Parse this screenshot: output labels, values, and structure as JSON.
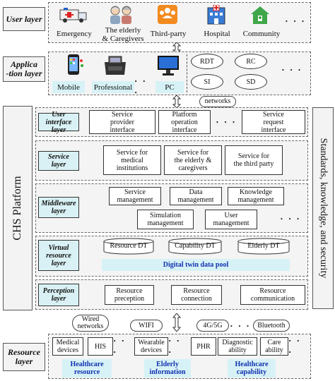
{
  "user_layer": {
    "label": "User layer",
    "items": [
      "Emergency",
      "The elderly\n& Caregivers",
      "Third-party",
      "Hospital",
      "Community"
    ],
    "more": "· · ·"
  },
  "application_layer": {
    "label": "Applica\n-tion layer",
    "devices": [
      "Mobile",
      "Professional",
      "PC"
    ],
    "apps": [
      "RDT",
      "RC",
      "SI",
      "SD"
    ],
    "more": "· · ·"
  },
  "networks_cloud": "networks",
  "platform": {
    "label": "CHS Platform",
    "ui_layer": {
      "label": "User interface\nlayer",
      "items": [
        "Service\nprovider\ninterface",
        "Platform\noperation\ninterface",
        "Service\nrequest\ninterface"
      ],
      "more": "· · ·"
    },
    "service_layer": {
      "label": "Service\nlayer",
      "items": [
        "Service for\nmedical\ninstitutions",
        "Service for\nthe elderly &\ncaregivers",
        "Service for\nthe third party"
      ]
    },
    "middleware_layer": {
      "label": "Middleware\nlayer",
      "items": [
        "Service\nmanagement",
        "Data\nmanagement",
        "Knowledge\nmanagement",
        "Simulation\nmanagement",
        "User\nmanagement"
      ],
      "more": "· · ·"
    },
    "virtual_layer": {
      "label": "Virtual\nresource\nlayer",
      "items": [
        "Resource DT",
        "Capability DT",
        "Elderly DT"
      ],
      "pool": "Digital twin data pool"
    },
    "perception_layer": {
      "label": "Perception\nlayer",
      "items": [
        "Resource\npreception",
        "Resource\nconnection",
        "Resource\ncommunication"
      ]
    }
  },
  "standards": "Standards, knowledge, and security",
  "connections": {
    "items": [
      "Wired\nnetworks",
      "WIFI",
      "4G/5G",
      "Bluetooth"
    ],
    "more": "· · ·"
  },
  "resource_layer": {
    "label": "Resource\nlayer",
    "items": [
      "Medical\ndevices",
      "HIS",
      "Wearable\ndevices",
      "PHR",
      "Diagnostic\nability",
      "Care\nability"
    ],
    "more": "· · ·",
    "groups": [
      "Healthcare\nresource",
      "Elderly\ninformation",
      "Healthcare\ncapability"
    ]
  }
}
